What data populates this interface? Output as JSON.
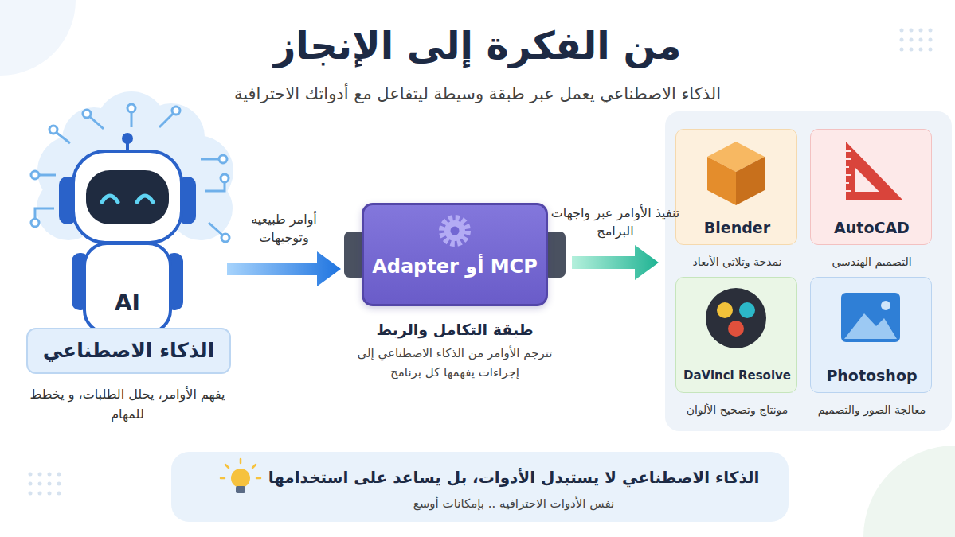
{
  "diagram": {
    "title": "من الفكرة إلى الإنجاز",
    "nodes": [
      {
        "text": [
          "الذكاء الاصطناعي",
          "يفهم الأوامر، يحلل الطلبات، و يخطط للمهام"
        ]
      },
      {
        "text": [
          "MCP أو Adapter",
          "طبقة التكامل والربط",
          "تترجم الأوامر من الذكاء الاصطناعي إلى إجراءات يفهمها كل برنامج"
        ]
      },
      {
        "text": []
      },
      {
        "text": [
          "AutoCAD",
          "التصميم الهندسي"
        ],
        "in": 2
      },
      {
        "text": [
          "Blender",
          "نمذجة وثلاثي الأبعاد"
        ],
        "in": 2
      },
      {
        "text": [
          "Photoshop",
          "معالجة الصور والتصميم"
        ],
        "in": 2
      },
      {
        "text": [
          "DaVinci Resolve",
          "مونتاج وتصحيح الألوان"
        ],
        "in": 2
      },
      {
        "text": [
          "الذكاء الاصطناعي لا يستبدل الأدوات، بل يساعد على استخدامها",
          "نفس الأدوات الاحترافيه .. بإمكانات أوسع"
        ]
      }
    ],
    "edges": [
      {
        "from": 0,
        "to": 1,
        "label": "أوامر طبيعيه وتوجيهات",
        "arrow": "to"
      },
      {
        "from": 1,
        "to": 2,
        "label": "تنفيذ الأوامر عبر واجهات البرامج",
        "arrow": "to"
      }
    ],
    "labels": [
      "الذكاء الاصطناعي يعمل عبر طبقة وسيطة ليتفاعل مع أدواتك الاحترافية",
      "AI"
    ]
  }
}
